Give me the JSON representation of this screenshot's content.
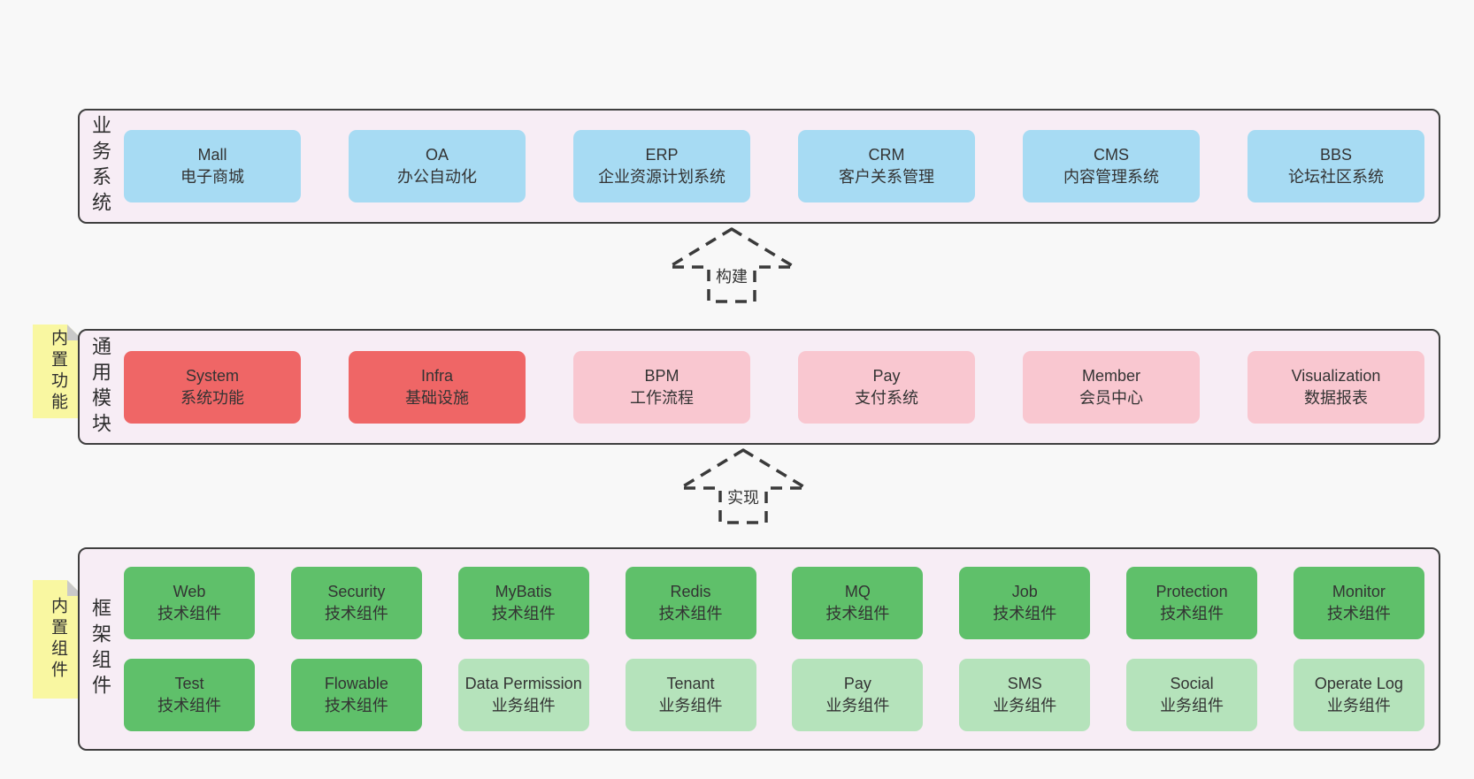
{
  "colors": {
    "background": "#f8f8f8",
    "panel_fill": "#f7edf5",
    "panel_border": "#3f3f3f",
    "box_blue": "#a7dbf3",
    "box_red": "#ef6666",
    "box_pink": "#f9c7d0",
    "box_green": "#5fc06a",
    "box_green_light": "#b5e3bb",
    "note_yellow": "#f9f7a1",
    "note_fold_gray": "#c9c9c9",
    "text": "#333333"
  },
  "sections": {
    "business": {
      "label": "业务系统",
      "items": [
        {
          "en": "Mall",
          "zh": "电子商城"
        },
        {
          "en": "OA",
          "zh": "办公自动化"
        },
        {
          "en": "ERP",
          "zh": "企业资源计划系统"
        },
        {
          "en": "CRM",
          "zh": "客户关系管理"
        },
        {
          "en": "CMS",
          "zh": "内容管理系统"
        },
        {
          "en": "BBS",
          "zh": "论坛社区系统"
        }
      ]
    },
    "modules": {
      "label": "通用模块",
      "note": "内置功能",
      "items": [
        {
          "en": "System",
          "zh": "系统功能"
        },
        {
          "en": "Infra",
          "zh": "基础设施"
        },
        {
          "en": "BPM",
          "zh": "工作流程"
        },
        {
          "en": "Pay",
          "zh": "支付系统"
        },
        {
          "en": "Member",
          "zh": "会员中心"
        },
        {
          "en": "Visualization",
          "zh": "数据报表"
        }
      ]
    },
    "components": {
      "label": "框架组件",
      "note": "内置组件",
      "row1": [
        {
          "en": "Web",
          "zh": "技术组件"
        },
        {
          "en": "Security",
          "zh": "技术组件"
        },
        {
          "en": "MyBatis",
          "zh": "技术组件"
        },
        {
          "en": "Redis",
          "zh": "技术组件"
        },
        {
          "en": "MQ",
          "zh": "技术组件"
        },
        {
          "en": "Job",
          "zh": "技术组件"
        },
        {
          "en": "Protection",
          "zh": "技术组件"
        },
        {
          "en": "Monitor",
          "zh": "技术组件"
        }
      ],
      "row2": [
        {
          "en": "Test",
          "zh": "技术组件"
        },
        {
          "en": "Flowable",
          "zh": "技术组件"
        },
        {
          "en": "Data Permission",
          "zh": "业务组件"
        },
        {
          "en": "Tenant",
          "zh": "业务组件"
        },
        {
          "en": "Pay",
          "zh": "业务组件"
        },
        {
          "en": "SMS",
          "zh": "业务组件"
        },
        {
          "en": "Social",
          "zh": "业务组件"
        },
        {
          "en": "Operate Log",
          "zh": "业务组件"
        }
      ]
    }
  },
  "arrows": {
    "build": "构建",
    "implement": "实现"
  }
}
